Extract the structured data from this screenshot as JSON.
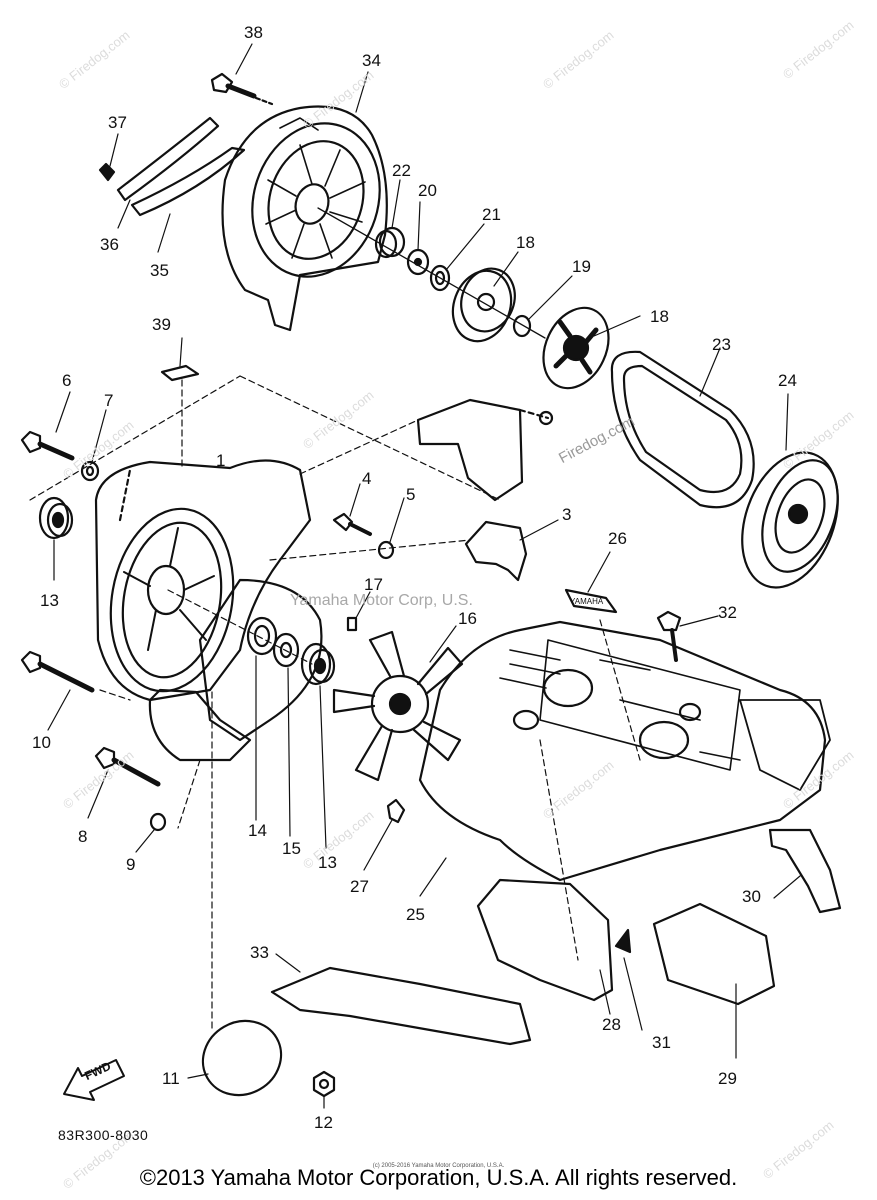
{
  "diagram": {
    "code": "83R300-8030",
    "copyright": "©2013 Yamaha Motor Corporation, U.S.A. All rights reserved.",
    "copyright_small": "(c) 2005-2016 Yamaha Motor Corporation, U.S.A.",
    "watermark_center": "Yamaha Motor Corp, U.S.",
    "watermark_site": "Firedog.com",
    "watermark_tile": "© Firedog.com",
    "fwd_label": "FWD",
    "callouts": [
      {
        "id": "c38",
        "text": "38"
      },
      {
        "id": "c34",
        "text": "34"
      },
      {
        "id": "c37",
        "text": "37"
      },
      {
        "id": "c36",
        "text": "36"
      },
      {
        "id": "c35",
        "text": "35"
      },
      {
        "id": "c22",
        "text": "22"
      },
      {
        "id": "c20",
        "text": "20"
      },
      {
        "id": "c21",
        "text": "21"
      },
      {
        "id": "c18a",
        "text": "18"
      },
      {
        "id": "c19",
        "text": "19"
      },
      {
        "id": "c18b",
        "text": "18"
      },
      {
        "id": "c23",
        "text": "23"
      },
      {
        "id": "c24",
        "text": "24"
      },
      {
        "id": "c39",
        "text": "39"
      },
      {
        "id": "c6",
        "text": "6"
      },
      {
        "id": "c7",
        "text": "7"
      },
      {
        "id": "c1",
        "text": "1"
      },
      {
        "id": "c4",
        "text": "4"
      },
      {
        "id": "c5",
        "text": "5"
      },
      {
        "id": "c3",
        "text": "3"
      },
      {
        "id": "c26",
        "text": "26"
      },
      {
        "id": "c13a",
        "text": "13"
      },
      {
        "id": "c17",
        "text": "17"
      },
      {
        "id": "c16",
        "text": "16"
      },
      {
        "id": "c32",
        "text": "32"
      },
      {
        "id": "c10",
        "text": "10"
      },
      {
        "id": "c8",
        "text": "8"
      },
      {
        "id": "c9",
        "text": "9"
      },
      {
        "id": "c14",
        "text": "14"
      },
      {
        "id": "c15",
        "text": "15"
      },
      {
        "id": "c13b",
        "text": "13"
      },
      {
        "id": "c27",
        "text": "27"
      },
      {
        "id": "c25",
        "text": "25"
      },
      {
        "id": "c30",
        "text": "30"
      },
      {
        "id": "c33",
        "text": "33"
      },
      {
        "id": "c28",
        "text": "28"
      },
      {
        "id": "c31",
        "text": "31"
      },
      {
        "id": "c29",
        "text": "29"
      },
      {
        "id": "c11",
        "text": "11"
      },
      {
        "id": "c12",
        "text": "12"
      }
    ]
  }
}
